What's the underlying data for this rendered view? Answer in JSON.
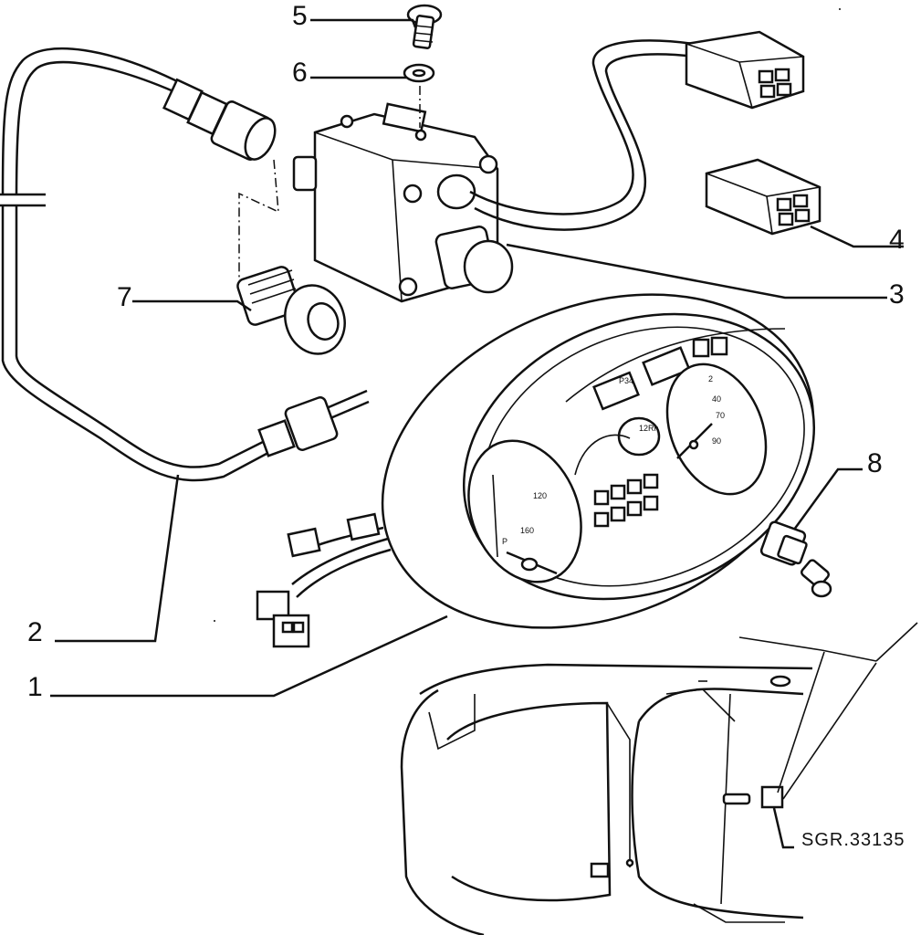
{
  "callouts": [
    {
      "id": "1",
      "label": "1"
    },
    {
      "id": "2",
      "label": "2"
    },
    {
      "id": "3",
      "label": "3"
    },
    {
      "id": "4",
      "label": "4"
    },
    {
      "id": "5",
      "label": "5"
    },
    {
      "id": "6",
      "label": "6"
    },
    {
      "id": "7",
      "label": "7"
    },
    {
      "id": "8",
      "label": "8"
    }
  ],
  "reference_code": "SGR.33135",
  "gauge_marks": {
    "speed_top": "2",
    "speed_40": "40",
    "speed_70": "70",
    "speed_90": "90",
    "tach_120": "120",
    "tach_160": "160",
    "temp_p": "P",
    "fuel_label": "P34",
    "clock_label": "12Rn"
  }
}
